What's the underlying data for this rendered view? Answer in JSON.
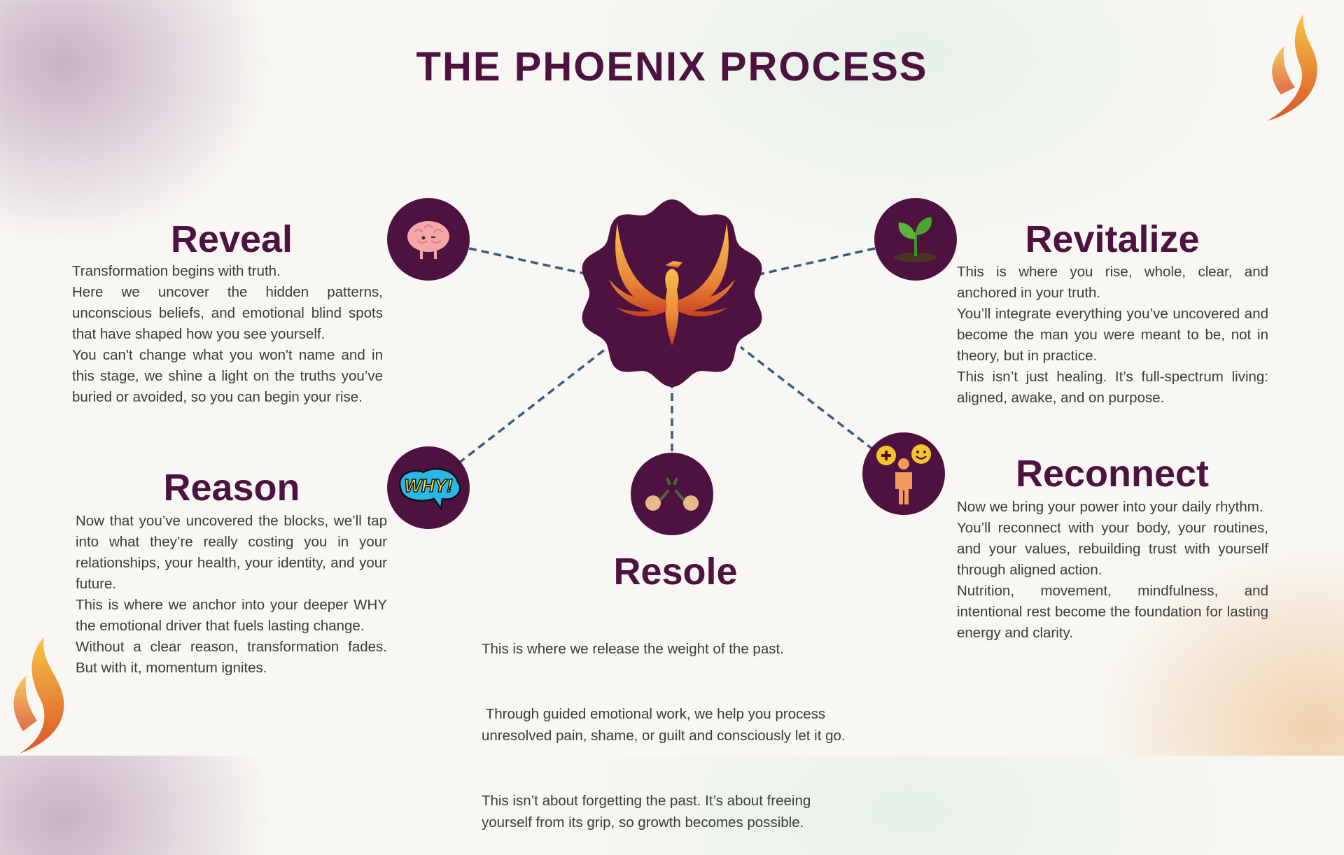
{
  "title": "THE PHOENIX PROCESS",
  "colors": {
    "heading": "#4e1240",
    "body_text": "#3a3a3a",
    "connector": "#3d5a80",
    "node": "#4e1240"
  },
  "center": {
    "icon": "phoenix-icon"
  },
  "stages": {
    "reveal": {
      "heading": "Reveal",
      "icon": "brain-icon",
      "paragraphs": [
        "Transformation begins with truth.",
        "Here we uncover the hidden patterns, unconscious beliefs, and emotional blind spots that have shaped how you see yourself.",
        "You can't change what you won't name and in this stage, we shine a light on the truths you’ve buried or avoided, so you can begin your rise."
      ]
    },
    "reason": {
      "heading": "Reason",
      "icon": "why-speech-bubble-icon",
      "icon_text": "WHY!",
      "paragraphs": [
        "Now that you’ve uncovered the blocks, we’ll tap into what they’re really costing you in your relationships, your health, your identity, and your future.",
        "This is where we anchor into your deeper WHY the emotional driver that fuels lasting change.",
        "Without a clear reason, transformation fades. But with it, momentum ignites."
      ]
    },
    "resole": {
      "heading": "Resole",
      "icon": "breaking-chains-icon",
      "paragraphs": [
        "This is where we release the weight of the past.",
        " Through guided emotional work, we help you process unresolved pain, shame, or guilt and consciously let it go.",
        "This isn’t about forgetting the past. It’s about freeing yourself from its grip, so growth becomes possible."
      ]
    },
    "revitalize": {
      "heading": "Revitalize",
      "icon": "sprout-icon",
      "paragraphs": [
        "This is where you rise, whole, clear, and anchored in your truth.",
        "You’ll integrate everything you’ve uncovered and become the man you were meant to be, not in theory, but in practice.",
        "This isn’t just healing. It’s full-spectrum living: aligned, awake, and on purpose."
      ]
    },
    "reconnect": {
      "heading": "Reconnect",
      "icon": "person-with-speech-bubbles-icon",
      "paragraphs": [
        "Now we bring your power into your daily rhythm.",
        "You’ll reconnect with your body, your routines, and your values, rebuilding trust with yourself through aligned action.",
        "Nutrition, movement, mindfulness, and intentional rest become the foundation for lasting energy and clarity."
      ]
    }
  }
}
